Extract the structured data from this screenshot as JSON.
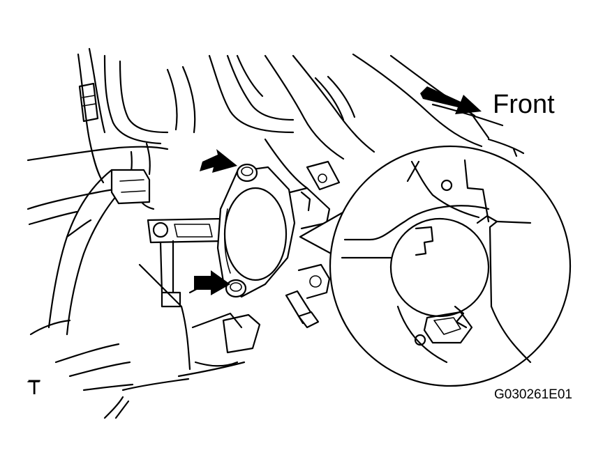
{
  "diagram": {
    "direction_label": "Front",
    "view_code": "T",
    "figure_id": "G030261E01",
    "pointer_arrows": [
      "upper-bolt-arrow",
      "lower-bolt-arrow"
    ],
    "colors": {
      "ink": "#000000",
      "background": "#ffffff"
    }
  }
}
